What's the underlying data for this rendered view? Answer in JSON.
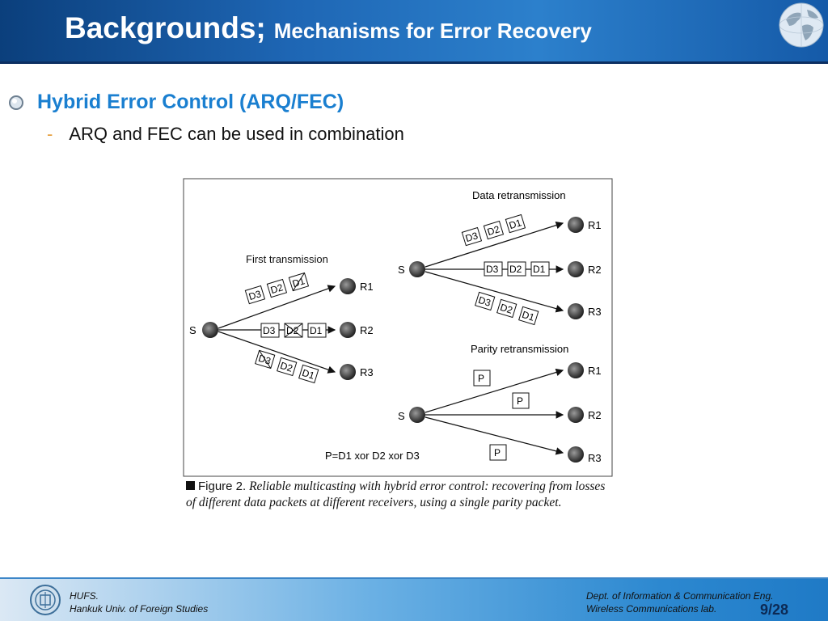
{
  "slide": {
    "title_main": "Backgrounds;",
    "title_sub": "Mechanisms for Error Recovery",
    "bullet": "Hybrid Error Control (ARQ/FEC)",
    "sub_dash": "-",
    "sub_bullet": "ARQ and FEC can be used in combination"
  },
  "figure": {
    "first_transmission": "First transmission",
    "data_retransmission": "Data retransmission",
    "parity_retransmission": "Parity retransmission",
    "sender": "S",
    "receivers": [
      "R1",
      "R2",
      "R3"
    ],
    "packets": [
      "D3",
      "D2",
      "D1"
    ],
    "parity": "P",
    "parity_formula": "P=D1 xor D2 xor D3"
  },
  "caption": {
    "label": "Figure 2.",
    "text": "Reliable multicasting with hybrid error control: recovering from losses of different data packets at different receivers, using a single parity packet."
  },
  "footer": {
    "left_line1": "HUFS.",
    "left_line2": "Hankuk Univ. of Foreign Studies",
    "right_line1": "Dept. of Information & Communication Eng.",
    "right_line2": "Wireless Communications lab.",
    "page": "9/28"
  }
}
